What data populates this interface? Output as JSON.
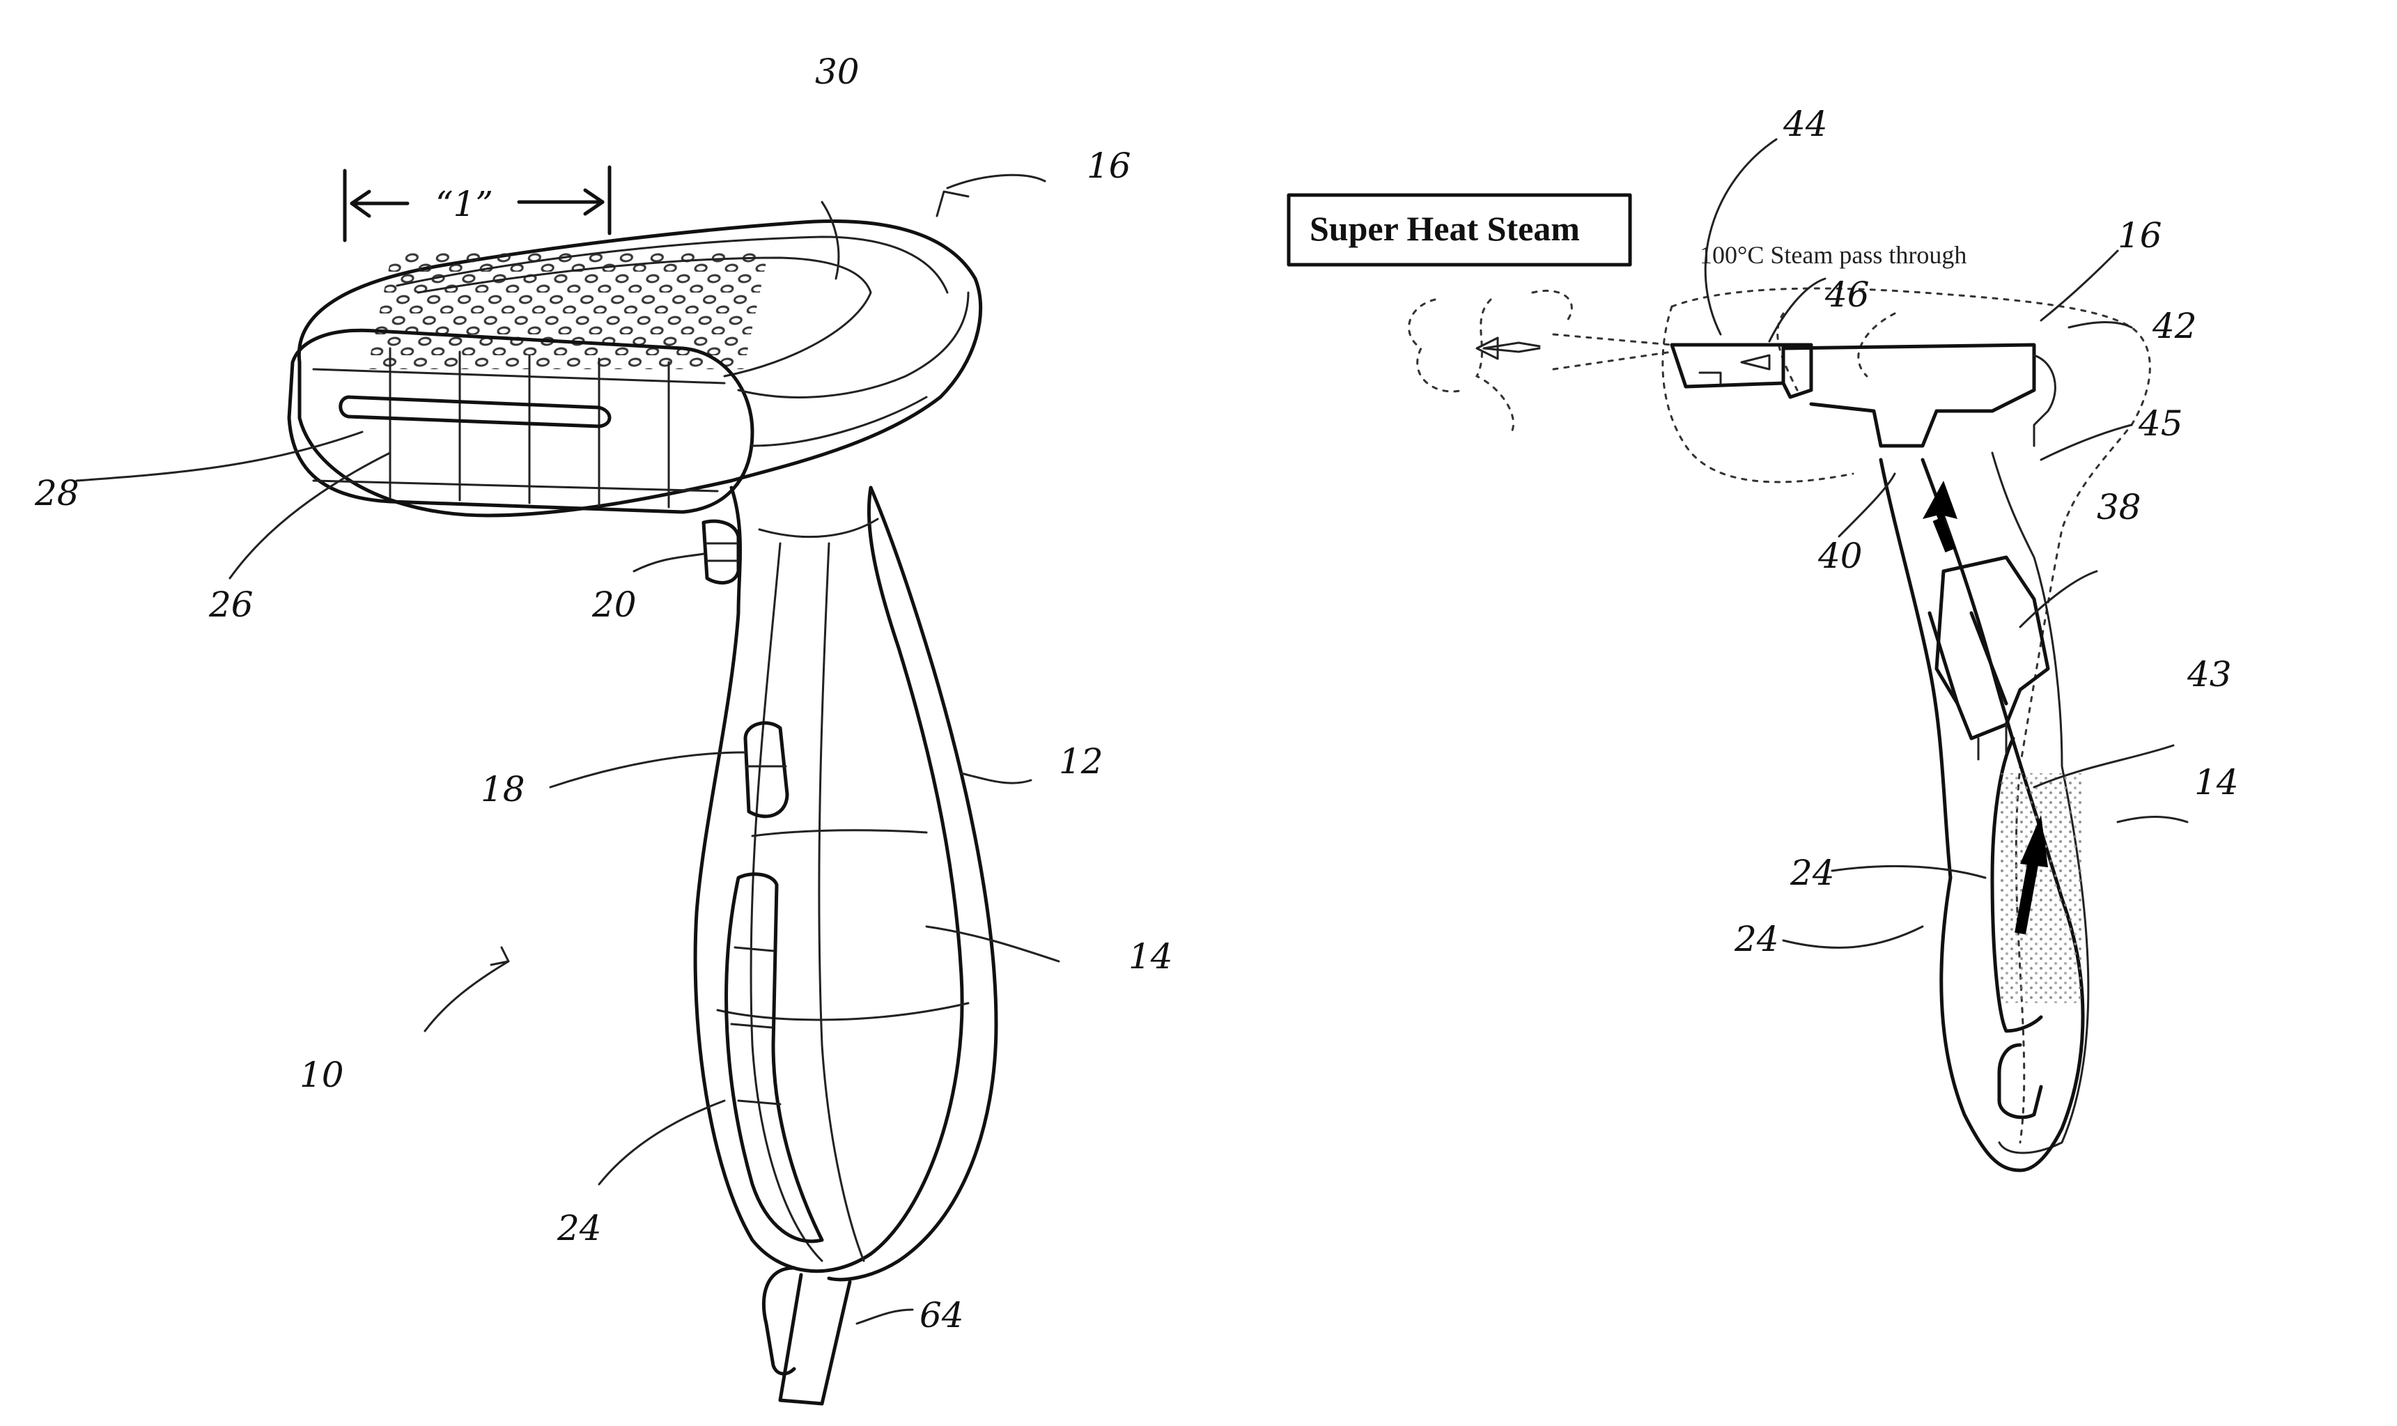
{
  "dimension_label": "“1”",
  "super_heat_steam_label": "Super Heat Steam",
  "steam_pass_label": "100°C Steam pass through",
  "left_refs": {
    "r10": "10",
    "r12": "12",
    "r14": "14",
    "r16": "16",
    "r18": "18",
    "r20": "20",
    "r24": "24",
    "r26": "26",
    "r28": "28",
    "r30": "30",
    "r64": "64"
  },
  "right_refs": {
    "r14": "14",
    "r16": "16",
    "r24a": "24",
    "r24b": "24",
    "r38": "38",
    "r40": "40",
    "r42": "42",
    "r43": "43",
    "r44": "44",
    "r45": "45",
    "r46": "46"
  }
}
